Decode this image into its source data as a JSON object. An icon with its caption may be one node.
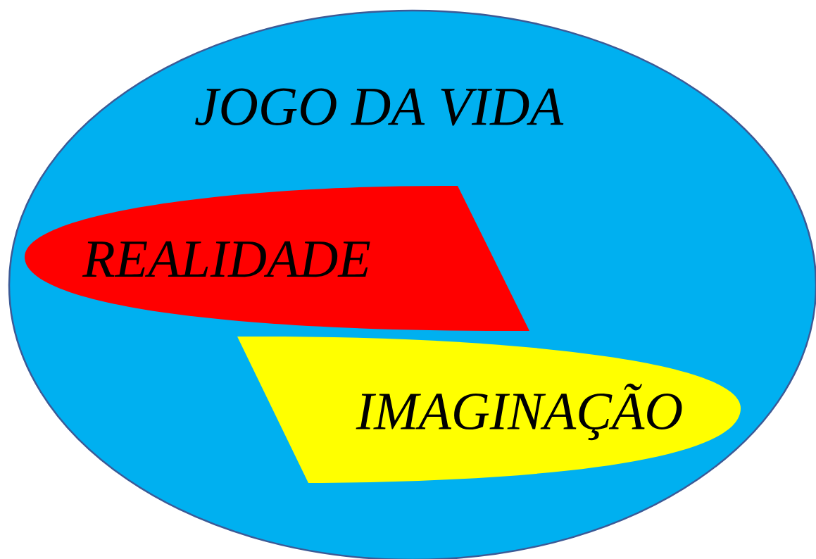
{
  "diagram": {
    "nodes": [
      {
        "text": [
          "JOGO DA VIDA"
        ]
      },
      {
        "text": [
          "REALIDADE"
        ],
        "in": 0
      },
      {
        "text": [
          "IMAGINAÇÃO"
        ],
        "in": 0
      }
    ]
  }
}
